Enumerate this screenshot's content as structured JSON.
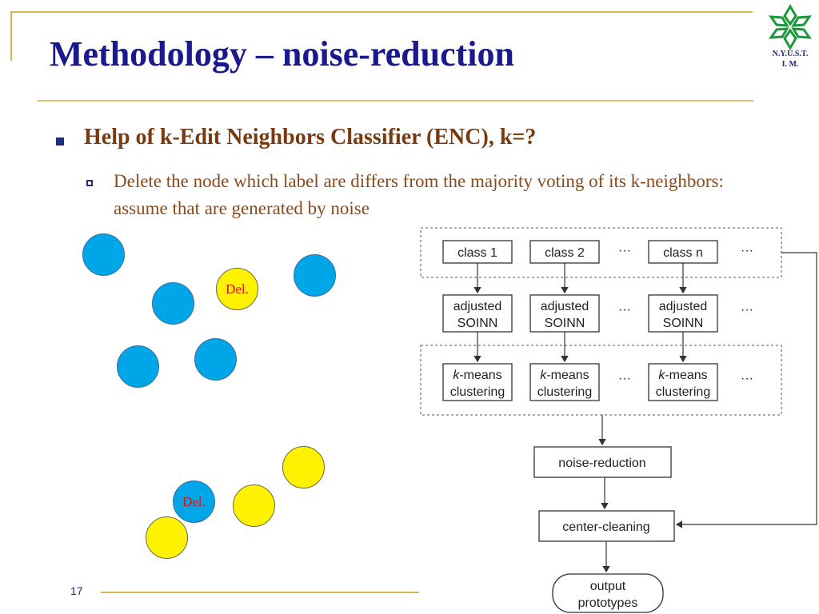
{
  "slide": {
    "title": "Methodology – noise-reduction",
    "logo_text_line1": "N.Y.U.S.T.",
    "logo_text_line2": "I. M.",
    "bullet1": "Help of  k-Edit Neighbors Classifier (ENC), k=?",
    "bullet2": "Delete the node which label are differs from the majority voting of its k-neighbors: assume that are generated by noise",
    "page_number": "17"
  },
  "scatter": {
    "del_label": "Del.",
    "colors": {
      "blue": "#00a6e8",
      "yellow": "#fff200",
      "del_text": "#e01010"
    }
  },
  "flowchart": {
    "classes": [
      "class 1",
      "class 2",
      "class n"
    ],
    "ellipsis": "···",
    "adjusted_line1": "adjusted",
    "adjusted_line2": "SOINN",
    "kmeans_k": "k",
    "kmeans_line1": "-means",
    "kmeans_line2": "clustering",
    "noise_reduction": "noise-reduction",
    "center_cleaning": "center-cleaning",
    "output_line1": "output",
    "output_line2": "prototypes"
  },
  "theme": {
    "title_color": "#1a1a8c",
    "bullet_color": "#7a3a10",
    "rule_color": "#d4b84a"
  }
}
